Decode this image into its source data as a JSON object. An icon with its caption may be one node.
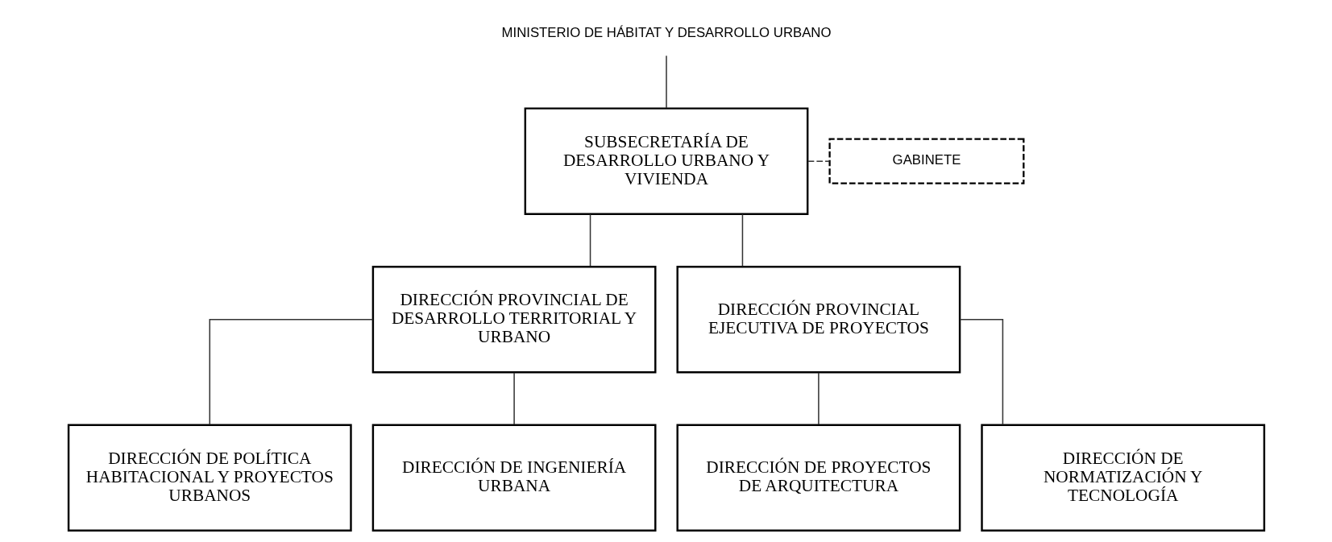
{
  "diagram": {
    "nodes": [
      {
        "text": [
          "MINISTERIO DE HÁBITAT Y DESARROLLO URBANO"
        ]
      },
      {
        "text": [
          "SUBSECRETARÍA DE DESARROLLO URBANO Y VIVIENDA"
        ]
      },
      {
        "text": [
          "GABINETE"
        ]
      },
      {
        "text": [
          "DIRECCIÓN PROVINCIAL DE DESARROLLO TERRITORIAL Y URBANO"
        ]
      },
      {
        "text": [
          "DIRECCIÓN PROVINCIAL EJECUTIVA DE PROYECTOS"
        ]
      },
      {
        "text": [
          "DIRECCIÓN DE POLÍTICA HABITACIONAL Y PROYECTOS URBANOS"
        ]
      },
      {
        "text": [
          "DIRECCIÓN DE INGENIERÍA URBANA"
        ]
      },
      {
        "text": [
          "DIRECCIÓN DE PROYECTOS DE ARQUITECTURA"
        ]
      },
      {
        "text": [
          "DIRECCIÓN DE NORMATIZACIÓN Y TECNOLOGÍA"
        ]
      }
    ],
    "edges": [
      {
        "from": 0,
        "to": 1,
        "arrow": "none"
      },
      {
        "from": 1,
        "to": 2,
        "arrow": "none",
        "style": "dashed"
      },
      {
        "from": 1,
        "to": 3,
        "arrow": "none"
      },
      {
        "from": 1,
        "to": 4,
        "arrow": "none"
      },
      {
        "from": 3,
        "to": 5,
        "arrow": "none"
      },
      {
        "from": 3,
        "to": 6,
        "arrow": "none"
      },
      {
        "from": 4,
        "to": 7,
        "arrow": "none"
      },
      {
        "from": 4,
        "to": 8,
        "arrow": "none"
      }
    ]
  }
}
